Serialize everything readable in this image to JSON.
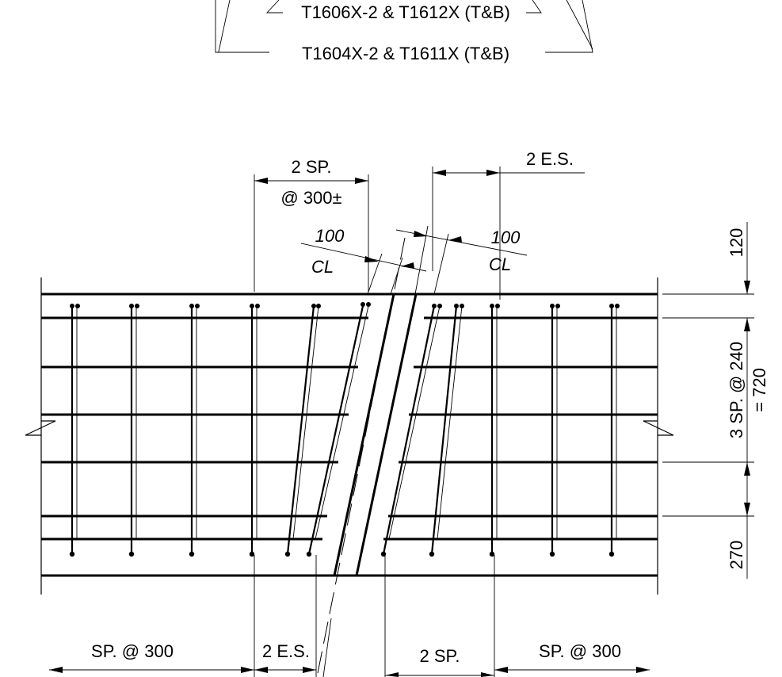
{
  "callouts": {
    "top": "T1606X-2 & T1612X (T&B)",
    "bottom": "T1604X-2  & T1611X (T&B)"
  },
  "dims": {
    "top_sp": "2 SP.",
    "top_sp_at": "@ 300±",
    "top_es": "2 E.S.",
    "left_100": "100",
    "left_cl": "CL",
    "right_100": "100",
    "right_cl": "CL",
    "right_120": "120",
    "right_sp": "3 SP. @ 240",
    "right_eq": "= 720",
    "right_270": "270",
    "bottom_sp_left": "SP. @ 300",
    "bottom_es": "2 E.S.",
    "bottom_sp": "2 SP.",
    "bottom_sp_right": "SP. @ 300"
  }
}
